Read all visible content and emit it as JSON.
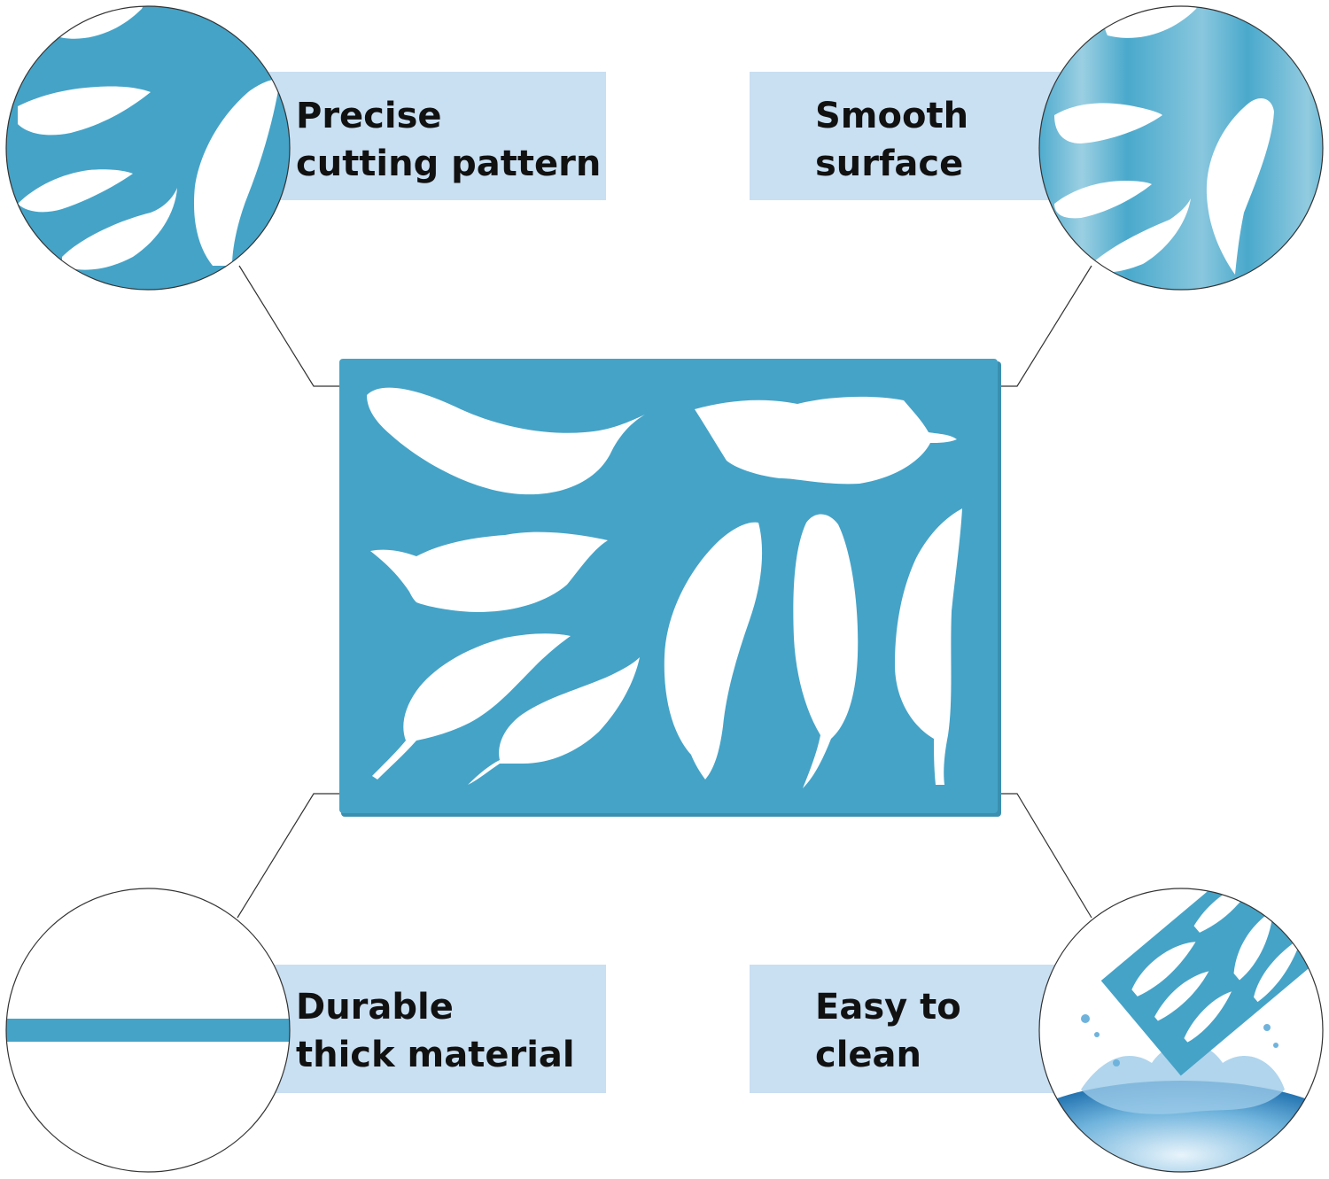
{
  "features": [
    {
      "id": "precise",
      "lines": [
        "Precise",
        "cutting pattern"
      ]
    },
    {
      "id": "smooth",
      "lines": [
        "Smooth",
        "surface"
      ]
    },
    {
      "id": "durable",
      "lines": [
        "Durable",
        "thick material"
      ]
    },
    {
      "id": "clean",
      "lines": [
        "Easy to",
        "clean"
      ]
    }
  ],
  "colors": {
    "stencil": "#45a3c7",
    "stencil_dark": "#3a8fb0",
    "label_bg": "#c9dff2",
    "text": "#111111",
    "line": "#333333"
  },
  "icons": {
    "feather": "feather-icon",
    "water": "water-splash-icon"
  }
}
